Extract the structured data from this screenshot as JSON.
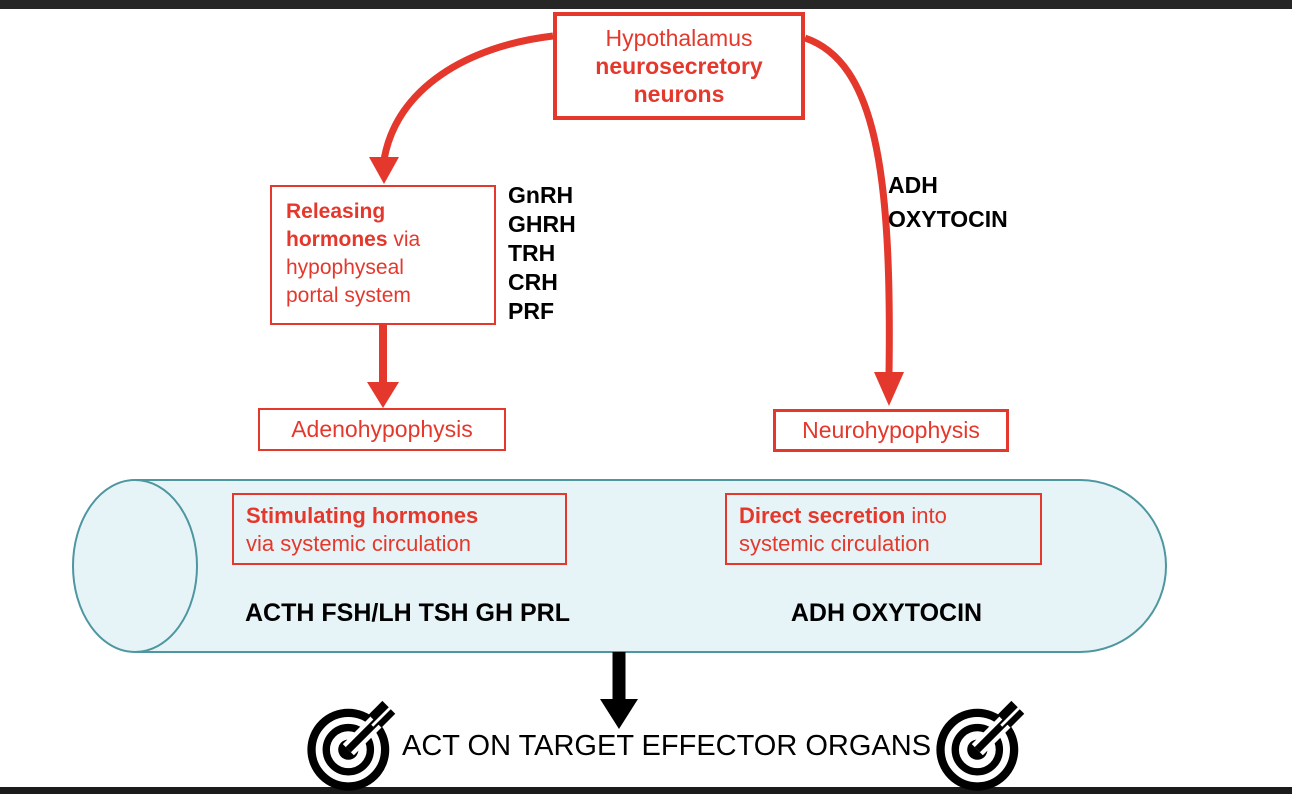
{
  "diagram": {
    "hypothalamus": {
      "title": "Hypothalamus",
      "subtitle": "neurosecretory neurons"
    },
    "releasing_hormones": {
      "emphasis": "Releasing hormones",
      "rest": " via hypophyseal portal system"
    },
    "releasing_hormone_list": [
      "GnRH",
      "GHRH",
      "TRH",
      "CRH",
      "PRF"
    ],
    "posterior_pathway_hormones": [
      "ADH",
      "OXYTOCIN"
    ],
    "adenohypophysis_label": "Adenohypophysis",
    "neurohypophysis_label": "Neurohypophysis",
    "stimulating_hormones": {
      "emphasis": "Stimulating hormones",
      "rest": " via systemic circulation"
    },
    "direct_secretion": {
      "emphasis": "Direct secretion",
      "rest": " into systemic circulation"
    },
    "anterior_circulating_hormones": "ACTH FSH/LH TSH GH PRL",
    "posterior_circulating_hormones": "ADH OXYTOCIN",
    "target_caption": "ACT ON TARGET EFFECTOR ORGANS"
  },
  "colors": {
    "accent_red": "#e5382c",
    "cylinder_fill": "#e7f4f7",
    "cylinder_stroke": "#4e96a0",
    "letterbox": "#262626"
  }
}
